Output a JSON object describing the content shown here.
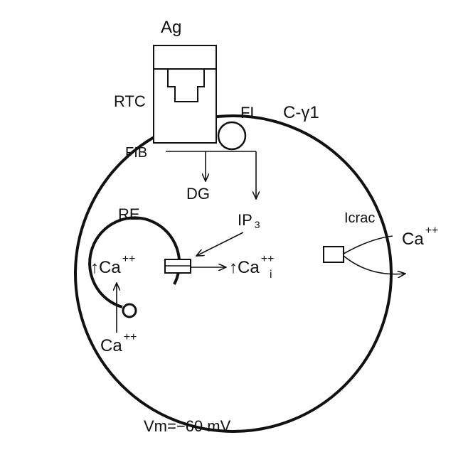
{
  "labels": {
    "ag": "Ag",
    "rtc": "RTC",
    "fl": "FL",
    "c_gamma": "C-γ1",
    "fib": "FIB",
    "dg": "DG",
    "ip3_base": "IP",
    "ip3_sub": "3",
    "re": "RE",
    "icrac": "Icrac",
    "ca_out_base": "Ca",
    "ca_out_sup": "++",
    "ca_re_arrow": "↑",
    "ca_re_base": "Ca",
    "ca_re_sup": "++",
    "cai_arrow": "↑",
    "cai_base": "Ca",
    "cai_sup": "++",
    "cai_sub": "i",
    "ca_bottom_base": "Ca",
    "ca_bottom_sup": "++",
    "vm": "Vm=−60 mV"
  }
}
